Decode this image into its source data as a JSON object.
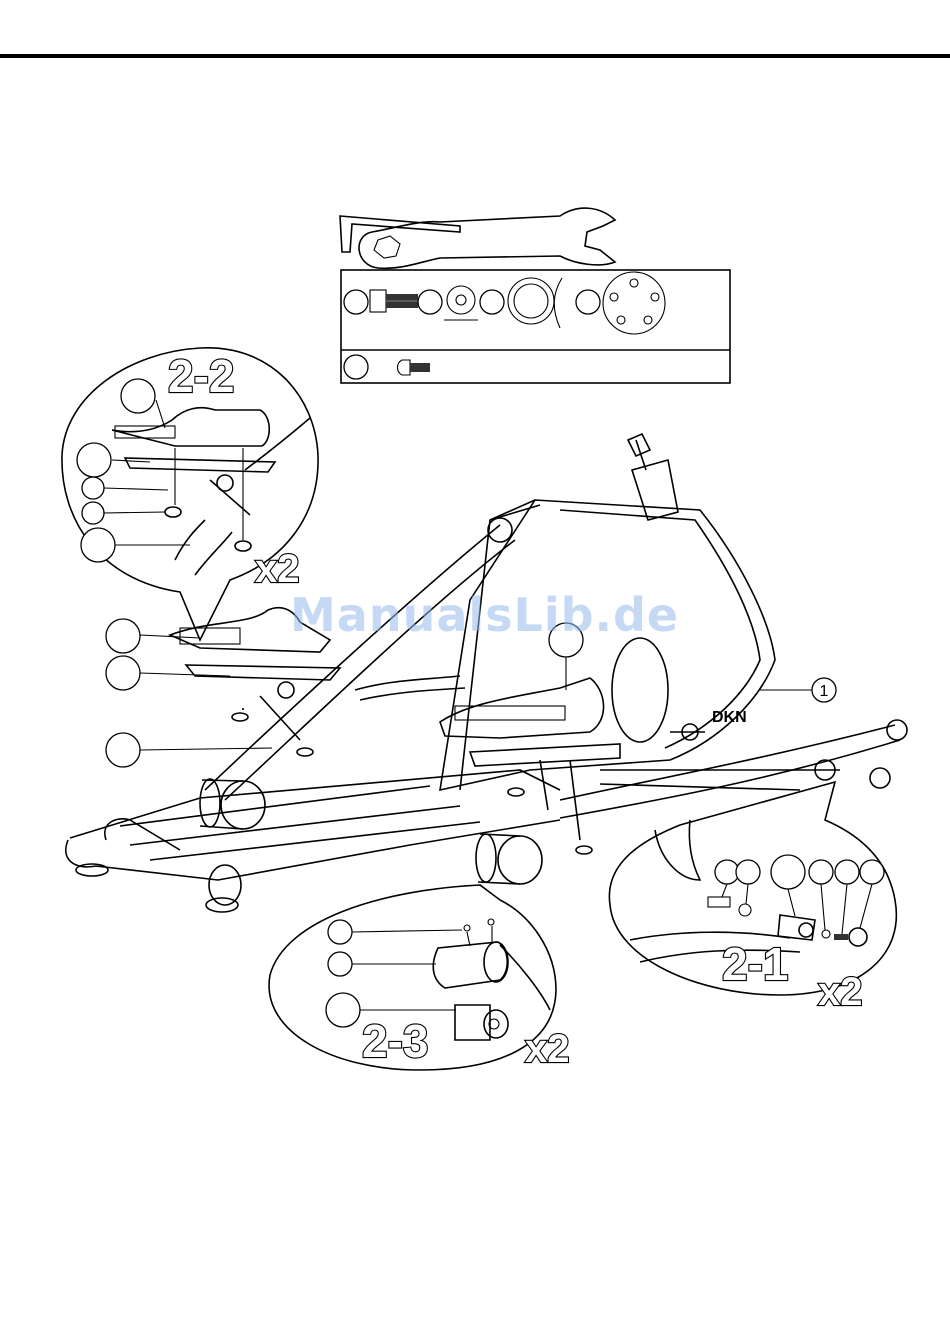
{
  "page": {
    "watermark": "ManualsLib.de",
    "brand_mark": "DKN"
  },
  "details": [
    {
      "label": "2-2",
      "multiplier": "x2"
    },
    {
      "label": "2-1",
      "multiplier": "x2"
    },
    {
      "label": "2-3",
      "multiplier": "x2"
    }
  ],
  "callouts": {
    "frame_part_number": "1"
  },
  "icons": [
    "hex-key-icon",
    "wrench-icon",
    "bolt-icon",
    "washer-icon",
    "curved-washer-icon",
    "end-cap-icon",
    "screw-icon"
  ]
}
